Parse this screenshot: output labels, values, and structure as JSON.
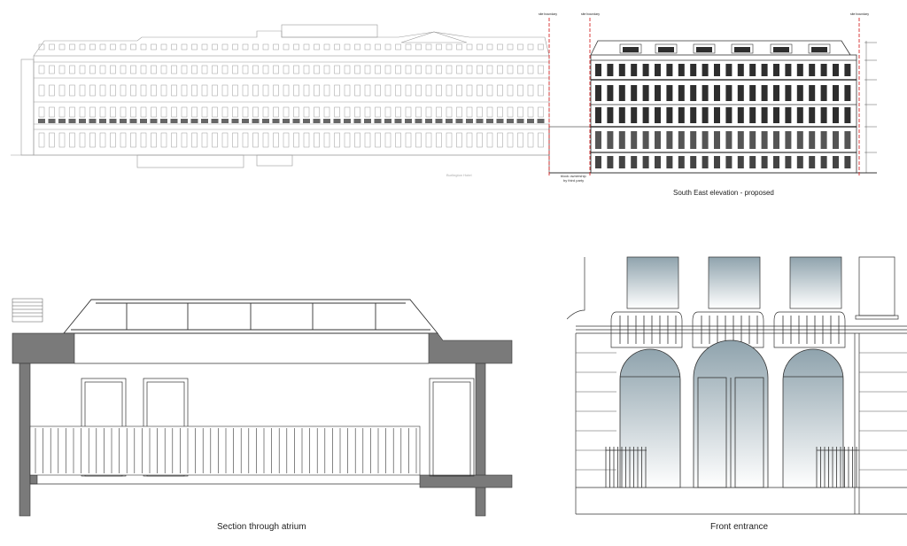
{
  "labels": {
    "elevation_caption": "South East elevation - proposed",
    "section_caption": "Section through atrium",
    "entrance_caption": "Front entrance",
    "burlington_hotel": "Burlington Hotel",
    "block_ownership_line1": "block ownership",
    "block_ownership_line2": "by third party",
    "site_boundary_1": "site boundary",
    "site_boundary_2": "site boundary",
    "site_boundary_3": "site boundary"
  },
  "colors": {
    "line": "#333333",
    "existing_line": "#9a9a9a",
    "boundary": "#d62a2a",
    "slab": "#7a7a7a",
    "glass_top": "#8fa3ad",
    "glass_bottom": "#ffffff",
    "proposed_window": "#2e2e2e"
  }
}
